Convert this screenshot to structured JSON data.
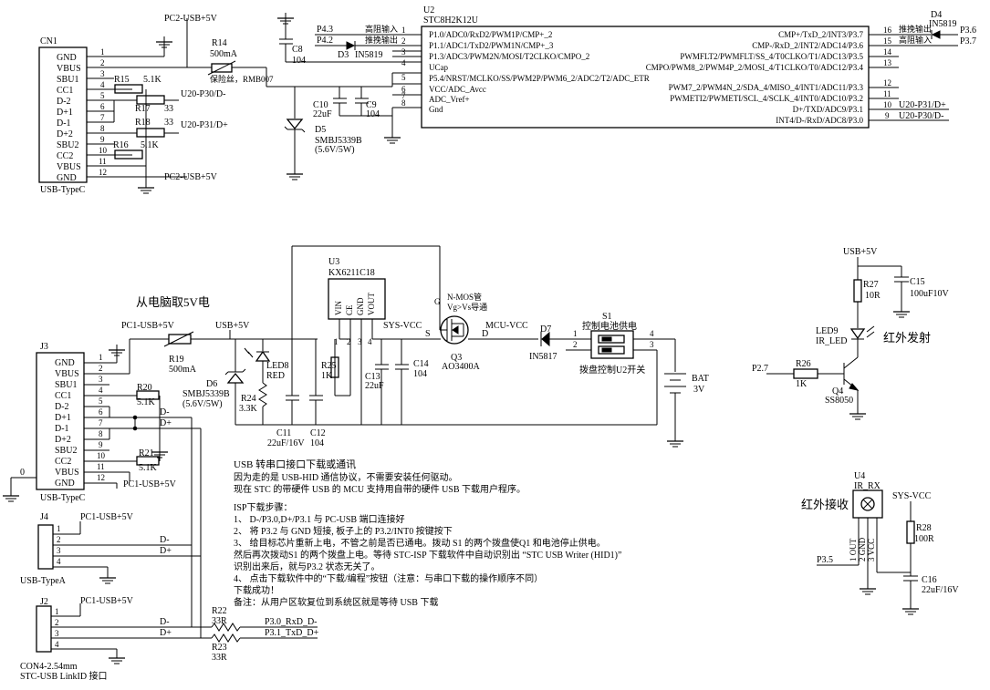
{
  "mcu": {
    "ref": "U2",
    "part": "STC8H2K12U",
    "left_pins": [
      {
        "num": "1",
        "name": "P1.0/ADC0/RxD2/PWM1P/CMP+_2",
        "net": "P4.3",
        "note": "高阻输入"
      },
      {
        "num": "2",
        "name": "P1.1/ADC1/TxD2/PWM1N/CMP+_3",
        "net": "P4.2",
        "note": "推挽输出"
      },
      {
        "num": "3",
        "name": "P1.3/ADC3/PWM2N/MOSI/T2CLKO/CMPO_2",
        "net": "",
        "note": ""
      },
      {
        "num": "4",
        "name": "UCap",
        "net": "",
        "note": ""
      },
      {
        "num": "5",
        "name": "P5.4/NRST/MCLKO/SS/PWM2P/PWM6_2/ADC2/T2/ADC_ETR",
        "net": "",
        "note": ""
      },
      {
        "num": "6",
        "name": "VCC/ADC_Avcc",
        "net": "",
        "note": ""
      },
      {
        "num": "7",
        "name": "ADC_Vref+",
        "net": "",
        "note": ""
      },
      {
        "num": "8",
        "name": "Gnd",
        "net": "",
        "note": ""
      }
    ],
    "right_pins": [
      {
        "num": "16",
        "name": "CMP+/TxD_2/INT3/P3.7",
        "net": "P3.6",
        "note": "推挽输出"
      },
      {
        "num": "15",
        "name": "CMP-/RxD_2/INT2/ADC14/P3.6",
        "net": "P3.7",
        "note": "高阻输入"
      },
      {
        "num": "14",
        "name": "PWMFLT2/PWMFLT/SS_4/T0CLKO/T1/ADC13/P3.5",
        "net": "",
        "note": ""
      },
      {
        "num": "13",
        "name": "CMPO/PWM8_2/PWM4P_2/MOSI_4/T1CLKO/T0/ADC12/P3.4",
        "net": "",
        "note": ""
      },
      {
        "num": "12",
        "name": "PWM7_2/PWM4N_2/SDA_4/MISO_4/INT1/ADC11/P3.3",
        "net": "",
        "note": ""
      },
      {
        "num": "11",
        "name": "PWMETI2/PWMETI/SCL_4/SCLK_4/INT0/ADC10/P3.2",
        "net": "",
        "note": ""
      },
      {
        "num": "10",
        "name": "D+/TXD/ADC9/P3.1",
        "net": "U20-P31/D+",
        "note": ""
      },
      {
        "num": "9",
        "name": "INT4/D-/RxD/ADC8/P3.0",
        "net": "U20-P30/D-",
        "note": ""
      }
    ]
  },
  "cn1": {
    "ref": "CN1",
    "caption": "USB-TypeC",
    "pins": [
      {
        "num": "1",
        "name": "GND"
      },
      {
        "num": "2",
        "name": "VBUS"
      },
      {
        "num": "3",
        "name": "SBU1"
      },
      {
        "num": "4",
        "name": "CC1"
      },
      {
        "num": "5",
        "name": "D-2"
      },
      {
        "num": "6",
        "name": "D+1"
      },
      {
        "num": "7",
        "name": "D-1"
      },
      {
        "num": "8",
        "name": "D+2"
      },
      {
        "num": "9",
        "name": "SBU2"
      },
      {
        "num": "10",
        "name": "CC2"
      },
      {
        "num": "11",
        "name": "VBUS"
      },
      {
        "num": "12",
        "name": "GND"
      }
    ],
    "net_top": "PC2-USB+5V",
    "net_bottom": "PC2-USB+5V",
    "net_dminus": "U20-P30/D-",
    "net_dplus": "U20-P31/D+"
  },
  "top_parts": {
    "r14": {
      "ref": "R14",
      "value": "500mA",
      "note": "保险丝，RMB007"
    },
    "r15": {
      "ref": "R15",
      "value": "5.1K"
    },
    "r16": {
      "ref": "R16",
      "value": "5.1K"
    },
    "r17": {
      "ref": "R17",
      "value": "33"
    },
    "r18": {
      "ref": "R18",
      "value": "33"
    },
    "c8": {
      "ref": "C8",
      "value": "104"
    },
    "d3": {
      "ref": "D3",
      "value": "IN5819"
    },
    "c10": {
      "ref": "C10",
      "value": "22uF"
    },
    "c9": {
      "ref": "C9",
      "value": "104"
    },
    "d5": {
      "ref": "D5",
      "value": "SMBJ5339B",
      "extra": "(5.6V/5W)"
    },
    "d4": {
      "ref": "D4",
      "value": "IN5819"
    }
  },
  "j3": {
    "ref": "J3",
    "caption": "USB-TypeC",
    "pins": [
      {
        "num": "1",
        "name": "GND"
      },
      {
        "num": "2",
        "name": "VBUS"
      },
      {
        "num": "3",
        "name": "SBU1"
      },
      {
        "num": "4",
        "name": "CC1"
      },
      {
        "num": "5",
        "name": "D-2"
      },
      {
        "num": "6",
        "name": "D+1"
      },
      {
        "num": "7",
        "name": "D-1"
      },
      {
        "num": "8",
        "name": "D+2"
      },
      {
        "num": "9",
        "name": "SBU2"
      },
      {
        "num": "10",
        "name": "CC2"
      },
      {
        "num": "11",
        "name": "VBUS"
      },
      {
        "num": "12",
        "name": "GND"
      }
    ],
    "heading": "从电脑取5V电",
    "net": "PC1-USB+5V",
    "net_bottom": "PC1-USB+5V",
    "zero_label": "0",
    "d_minus": "D-",
    "d_plus": "D+"
  },
  "power": {
    "r19": {
      "ref": "R19",
      "value": "500mA"
    },
    "r20": {
      "ref": "R20",
      "value": "5.1K"
    },
    "r21": {
      "ref": "R21",
      "value": "5.1K"
    },
    "usb5v": "USB+5V",
    "sys_vcc": "SYS-VCC",
    "mcu_vcc": "MCU-VCC",
    "d6": {
      "ref": "D6",
      "value": "SMBJ5339B",
      "extra": "(5.6V/5W)"
    },
    "led8": {
      "ref": "LED8",
      "value": "RED"
    },
    "r24": {
      "ref": "R24",
      "value": "3.3K"
    },
    "c11": {
      "ref": "C11",
      "value": "22uF/16V"
    },
    "c12": {
      "ref": "C12",
      "value": "104"
    },
    "u3": {
      "ref": "U3",
      "part": "KX6211C18",
      "pins": [
        "VIN",
        "CE",
        "GND",
        "VOUT"
      ]
    },
    "r25": {
      "ref": "R25",
      "value": "1K"
    },
    "c13": {
      "ref": "C13",
      "value": "22uF"
    },
    "c14": {
      "ref": "C14",
      "value": "104"
    },
    "q3": {
      "ref": "Q3",
      "value": "AO3400A",
      "note1": "N-MOS管",
      "note2": "Vg>Vs导通",
      "g": "G",
      "s": "S",
      "d": "D"
    },
    "d7": {
      "ref": "D7",
      "value": "IN5817"
    },
    "s1": {
      "ref": "S1",
      "title": "控制电池供电",
      "caption": "拨盘控制U2开关",
      "pins": [
        "1",
        "2",
        "3",
        "4"
      ]
    },
    "bat": {
      "ref": "BAT",
      "value": "3V"
    }
  },
  "ir_tx": {
    "vcc": "USB+5V",
    "r27": {
      "ref": "R27",
      "value": "10R"
    },
    "c15": {
      "ref": "C15",
      "value": "100uF10V"
    },
    "led9": {
      "ref": "LED9",
      "value": "IR_LED"
    },
    "label": "红外发射",
    "net_in": "P2.7",
    "r26": {
      "ref": "R26",
      "value": "1K"
    },
    "q4": {
      "ref": "Q4",
      "value": "SS8050"
    }
  },
  "ir_rx": {
    "u4": {
      "ref": "U4",
      "value": "IR_RX"
    },
    "label": "红外接收",
    "pins": [
      "1 OUT",
      "2 GND",
      "3 VCC"
    ],
    "net_out": "P3.5",
    "vcc": "SYS-VCC",
    "r28": {
      "ref": "R28",
      "value": "100R"
    },
    "c16": {
      "ref": "C16",
      "value": "22uF/16V"
    }
  },
  "notes": {
    "title": "USB 转串口接口下载或通讯",
    "lines": [
      "因为走的是 USB-HID 通信协议，不需要安装任何驱动。",
      "现在 STC 的带硬件 USB 的 MCU 支持用自带的硬件 USB 下载用户程序。"
    ],
    "steps_title": "ISP下载步骤：",
    "steps": [
      "1、 D-/P3.0,D+/P3.1 与 PC-USB 端口连接好",
      "2、 将 P3.2 与 GND 短接, 板子上的 P3.2/INT0 按键按下",
      "3、 给目标芯片重新上电，不管之前是否已通电。拨动 S1 的两个拨盘使Q1 和电池停止供电。",
      "     然后再次拨动S1 的两个拨盘上电。等待 STC-ISP 下载软件中自动识别出 “STC USB Writer (HID1)”",
      "     识别出来后，就与P3.2 状态无关了。",
      "4、 点击下载软件中的“下载/编程”按钮（注意：与串口下载的操作顺序不同）",
      "     下载成功！",
      "备注：从用户区软复位到系统区就是等待 USB 下载"
    ]
  },
  "j4": {
    "ref": "J4",
    "caption": "USB-TypeA",
    "net": "PC1-USB+5V",
    "pins": [
      "1",
      "2",
      "3",
      "4"
    ],
    "d_minus": "D-",
    "d_plus": "D+"
  },
  "j2": {
    "ref": "J2",
    "caption1": "CON4-2.54mm",
    "caption2": "STC-USB LinkID 接口",
    "net": "PC1-USB+5V",
    "pins": [
      "1",
      "2",
      "3",
      "4"
    ],
    "d_minus": "D-",
    "d_plus": "D+",
    "r22": {
      "ref": "R22",
      "value": "33R"
    },
    "r23": {
      "ref": "R23",
      "value": "33R"
    },
    "net_rxd": "P3.0_RxD_D-",
    "net_txd": "P3.1_TxD_D+"
  }
}
